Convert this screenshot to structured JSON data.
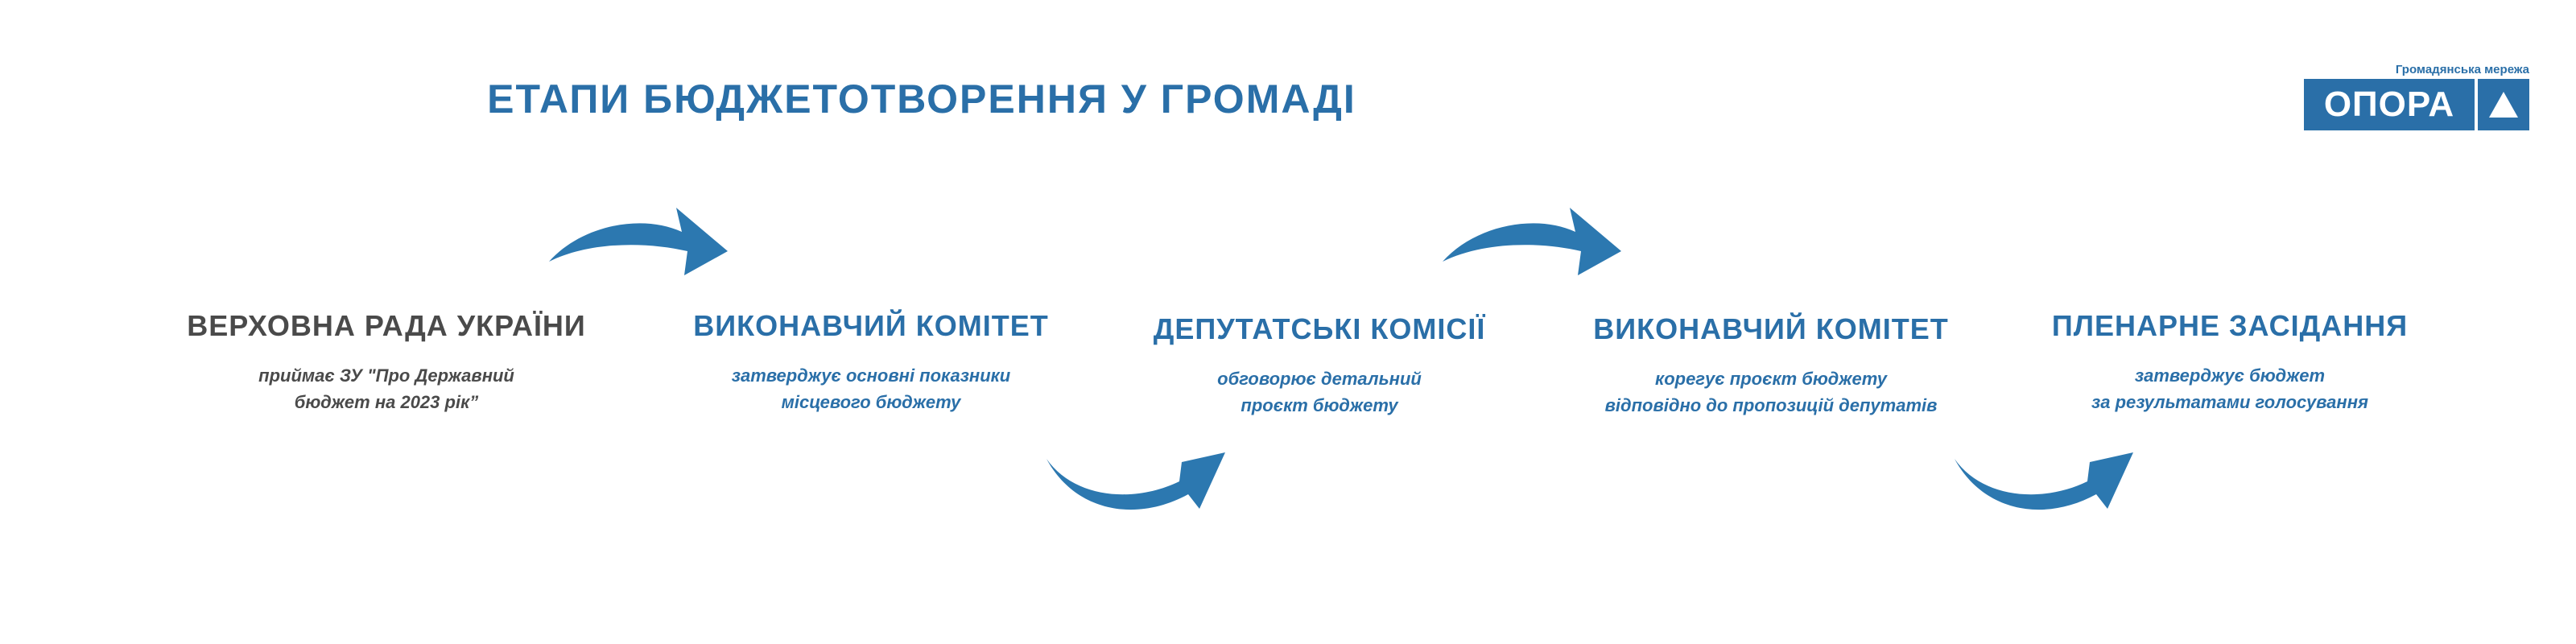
{
  "title": "ЕТАПИ БЮДЖЕТОТВОРЕННЯ У ГРОМАДІ",
  "logo": {
    "subtitle": "Громадянська мережа",
    "name": "ОПОРА"
  },
  "colors": {
    "accent": "#2a6fa8",
    "arrow": "#2c78b0",
    "dark_text": "#4a4a4a"
  },
  "stages": [
    {
      "title": "ВЕРХОВНА РАДА УКРАЇНИ",
      "desc_line1": "приймає ЗУ \"Про Державний",
      "desc_line2": "бюджет на 2023 рік”"
    },
    {
      "title": "ВИКОНАВЧИЙ КОМІТЕТ",
      "desc_line1": "затверджує основні показники",
      "desc_line2": "місцевого бюджету"
    },
    {
      "title": "ДЕПУТАТСЬКІ КОМІСІЇ",
      "desc_line1": "обговорює детальний",
      "desc_line2": "проєкт бюджету"
    },
    {
      "title": "ВИКОНАВЧИЙ КОМІТЕТ",
      "desc_line1": "корегує проєкт бюджету",
      "desc_line2": "відповідно до пропозицій депутатів"
    },
    {
      "title": "ПЛЕНАРНЕ ЗАСІДАННЯ",
      "desc_line1": "затверджує бюджет",
      "desc_line2": "за результатами голосування"
    }
  ],
  "arrows": [
    "curved-arrow-up",
    "curved-arrow-down",
    "curved-arrow-up",
    "curved-arrow-down"
  ]
}
